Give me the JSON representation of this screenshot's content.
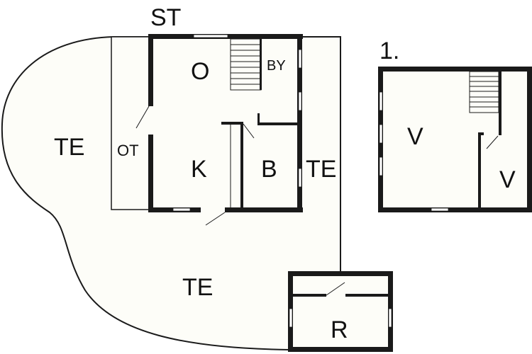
{
  "colors": {
    "background": "#ffffff",
    "floor_fill": "#fdfdf8",
    "wall": "#1a1a1a",
    "window": "#ffffff"
  },
  "ground_floor": {
    "heading": "ST",
    "rooms": {
      "living_room": "O",
      "utility": "BY",
      "kitchen": "K",
      "bathroom": "B",
      "covered_terrace": "OT"
    },
    "terraces": {
      "left": "TE",
      "right": "TE",
      "bottom": "TE"
    }
  },
  "first_floor": {
    "heading": "1.",
    "rooms": {
      "bedroom_main": "V",
      "bedroom_small": "V"
    }
  },
  "annex": {
    "room": "R"
  }
}
